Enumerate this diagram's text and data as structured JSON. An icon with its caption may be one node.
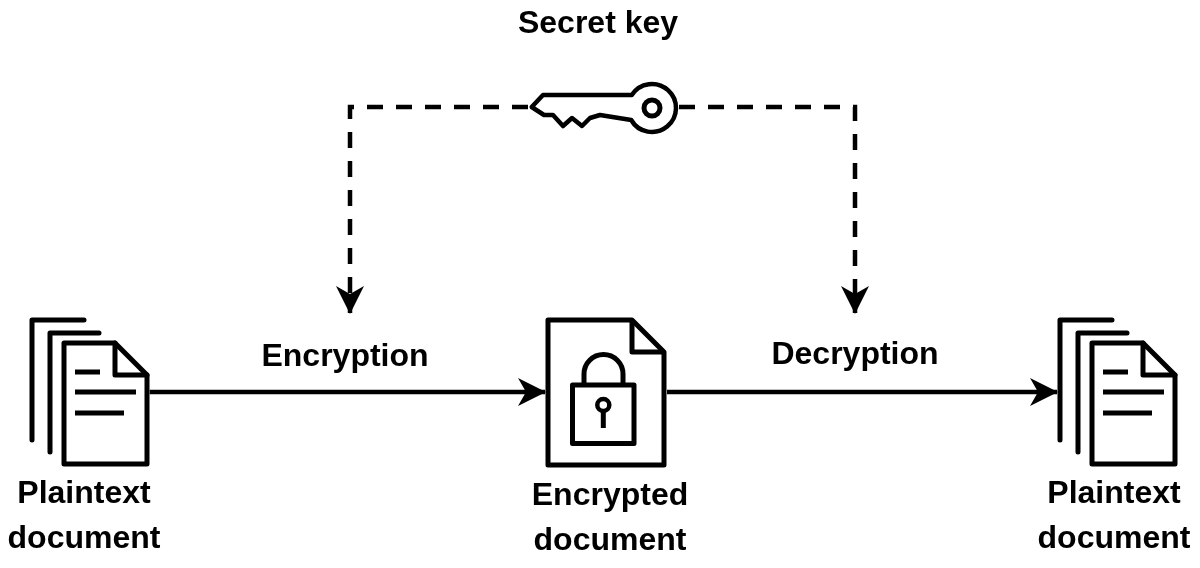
{
  "diagram": {
    "nodes": [
      {
        "text": [],
        "shape": "picture",
        "beside": [
          "Secret key"
        ]
      },
      {
        "text": [],
        "shape": "picture",
        "beside": [
          "Plaintext document"
        ]
      },
      {
        "text": [],
        "shape": "picture",
        "beside": [
          "Encrypted document"
        ]
      },
      {
        "text": [],
        "shape": "picture",
        "beside": [
          "Plaintext document"
        ]
      }
    ],
    "edges": [
      {
        "from": 0,
        "to": null,
        "arrow": "to",
        "style": "dashed"
      },
      {
        "from": 0,
        "to": null,
        "arrow": "to",
        "style": "dashed"
      },
      {
        "from": 1,
        "to": 2,
        "arrow": "to",
        "label": "Encryption"
      },
      {
        "from": 2,
        "to": 3,
        "arrow": "to",
        "label": "Decryption"
      }
    ]
  }
}
